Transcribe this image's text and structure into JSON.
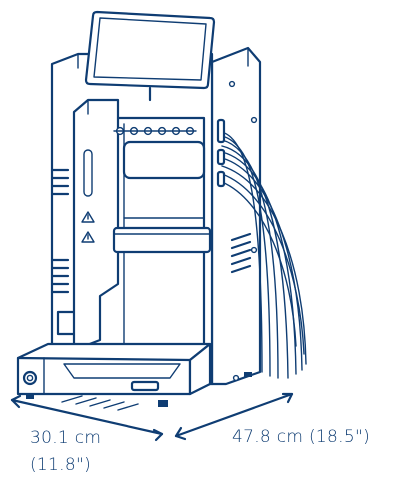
{
  "dimensions": {
    "width_cm": "30.1 cm",
    "width_in": "(11.8\")",
    "depth": "47.8 cm (18.5\")"
  },
  "colors": {
    "line": "#0f3d73",
    "background": "#ffffff"
  },
  "icons": [
    "warning-triangle-icon",
    "warning-triangle-icon",
    "power-button-icon"
  ]
}
